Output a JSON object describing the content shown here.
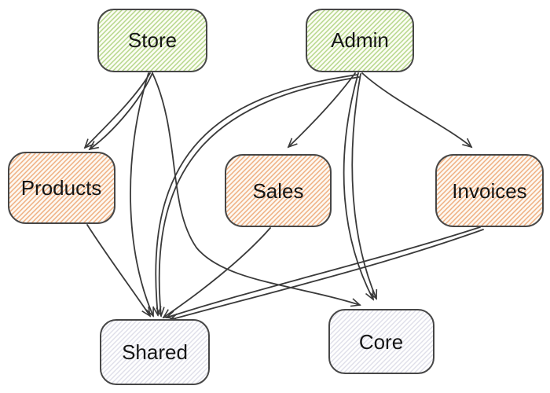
{
  "colors": {
    "background": "#ffffff",
    "edge": "#3a3a3a",
    "node_border": "#474747",
    "text": "#161616",
    "green_bg": "#fbfdf3",
    "green_stripe": "#b6d78b",
    "orange_bg": "#fdf8f1",
    "orange_stripe": "#efaf81",
    "gray_bg": "#fefefe",
    "gray_stripe": "#dfdfe9"
  },
  "diagram": {
    "nodes": [
      {
        "id": "store",
        "label": "Store",
        "fill": "green"
      },
      {
        "id": "admin",
        "label": "Admin",
        "fill": "green"
      },
      {
        "id": "products",
        "label": "Products",
        "fill": "orange"
      },
      {
        "id": "sales",
        "label": "Sales",
        "fill": "orange"
      },
      {
        "id": "invoices",
        "label": "Invoices",
        "fill": "orange"
      },
      {
        "id": "shared",
        "label": "Shared",
        "fill": "gray"
      },
      {
        "id": "core",
        "label": "Core",
        "fill": "gray"
      }
    ],
    "edges": [
      {
        "from": "store",
        "to": "products"
      },
      {
        "from": "store",
        "to": "shared"
      },
      {
        "from": "store",
        "to": "core"
      },
      {
        "from": "admin",
        "to": "sales"
      },
      {
        "from": "admin",
        "to": "invoices"
      },
      {
        "from": "admin",
        "to": "shared"
      },
      {
        "from": "admin",
        "to": "core"
      },
      {
        "from": "products",
        "to": "shared"
      },
      {
        "from": "sales",
        "to": "shared"
      },
      {
        "from": "invoices",
        "to": "shared"
      }
    ]
  }
}
